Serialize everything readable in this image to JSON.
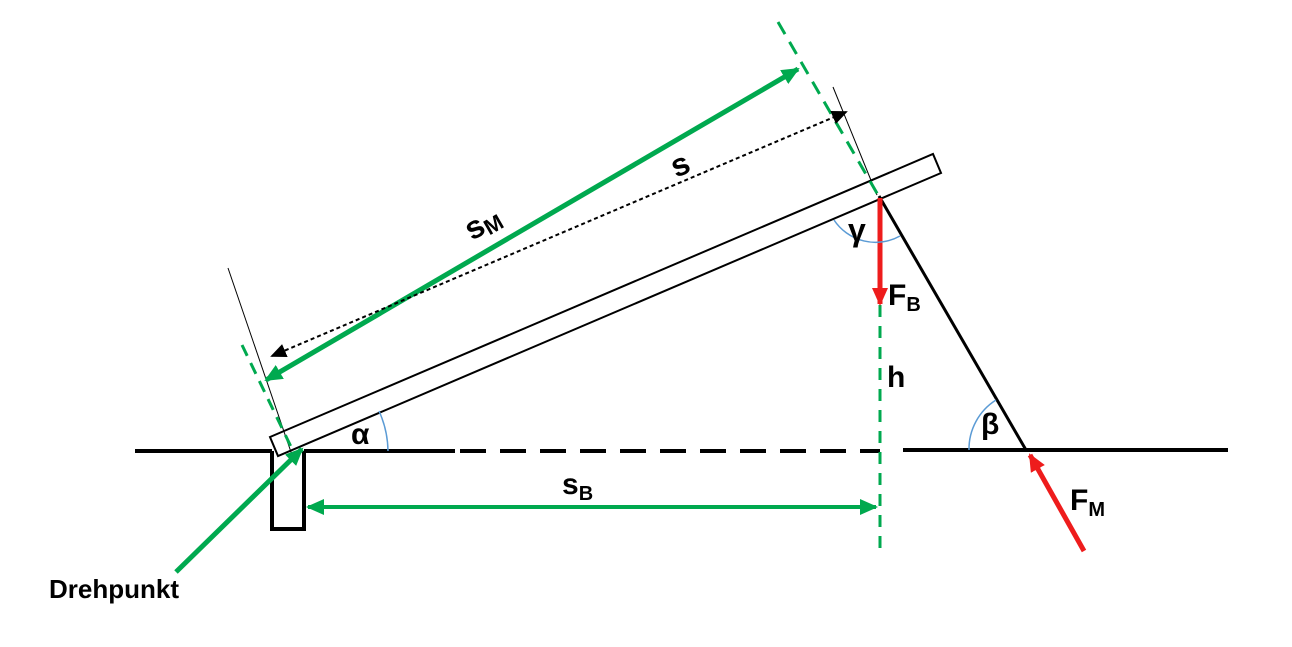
{
  "labels": {
    "s_m_main": "s",
    "s_m_sub": "M",
    "s": "s",
    "gamma": "γ",
    "f_b_main": "F",
    "f_b_sub": "B",
    "h": "h",
    "alpha": "α",
    "beta": "β",
    "s_b_main": "s",
    "s_b_sub": "B",
    "f_m_main": "F",
    "f_m_sub": "M",
    "pivot": "Drehpunkt"
  },
  "colors": {
    "green": "#00a94f",
    "red": "#ee1c1c",
    "black": "#000000",
    "angle_arc": "#5b9bd5"
  }
}
